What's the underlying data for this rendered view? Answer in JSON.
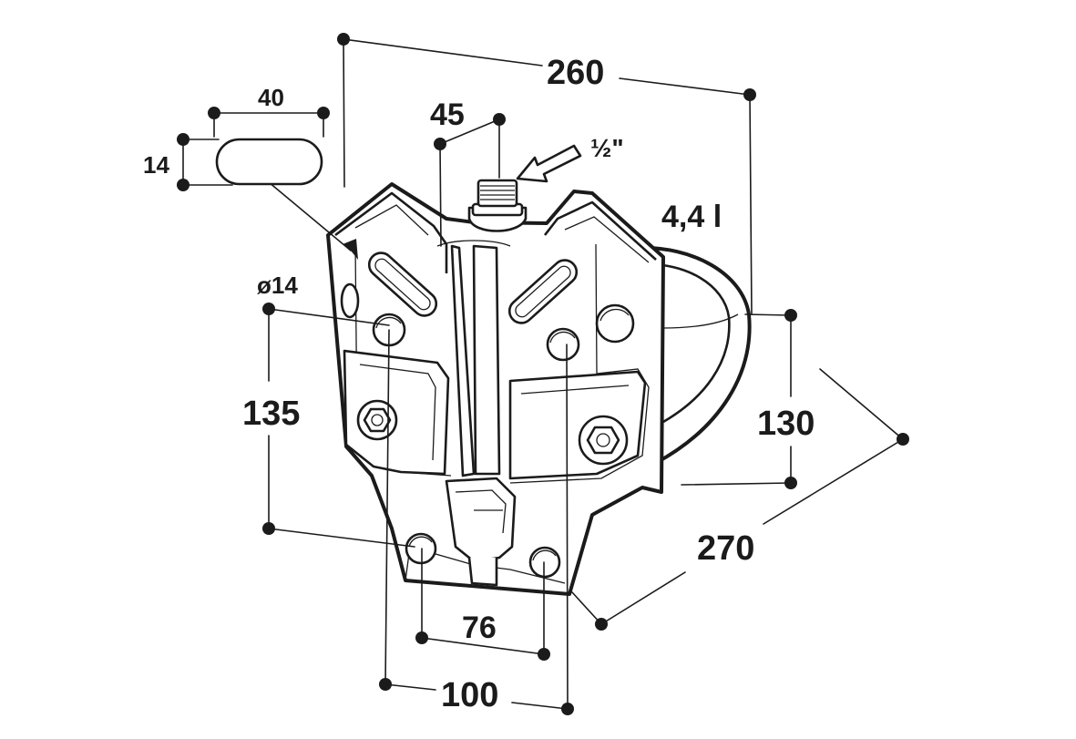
{
  "dimensions": {
    "overall_width": "260",
    "slot_length": "40",
    "slot_width": "14",
    "inlet_offset": "45",
    "thread": "½\"",
    "volume": "4,4 l",
    "hole_diameter": "ø14",
    "hole_spacing_vertical": "135",
    "bowl_height": "130",
    "depth": "270",
    "lower_hole_spacing": "76",
    "upper_hole_spacing": "100"
  },
  "colors": {
    "line": "#1b1b1b",
    "background": "#ffffff"
  }
}
